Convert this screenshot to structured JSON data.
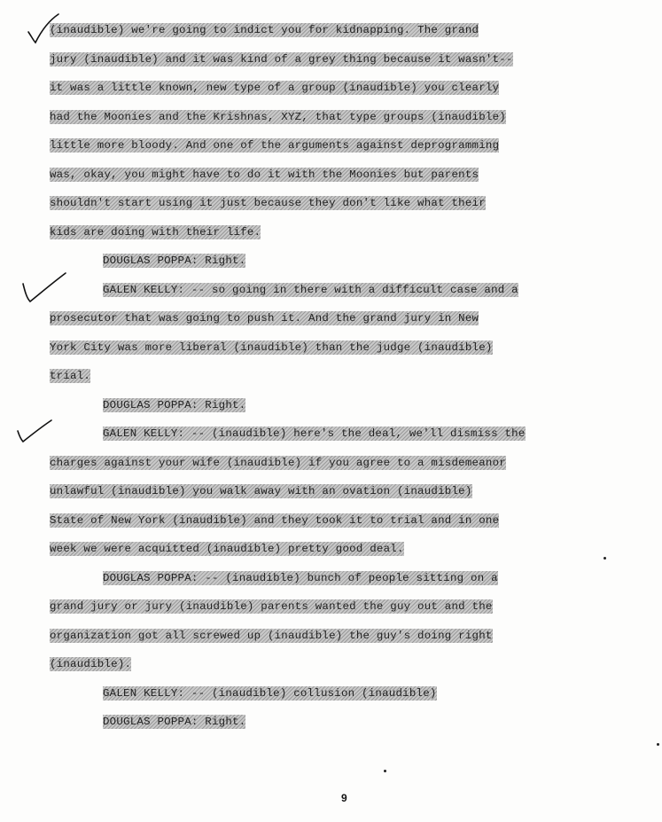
{
  "document": {
    "lines": [
      {
        "text": "(inaudible) we're going to indict you for kidnapping. The grand",
        "indent": false
      },
      {
        "text": "jury (inaudible) and it was kind of a grey thing because it wasn't--",
        "indent": false
      },
      {
        "text": "it was a little known, new type of a group (inaudible) you clearly",
        "indent": false
      },
      {
        "text": "had the Moonies and the Krishnas, XYZ, that type groups (inaudible)",
        "indent": false
      },
      {
        "text": "little more bloody. And one of the arguments against deprogramming",
        "indent": false
      },
      {
        "text": "was, okay, you might have to do it with the Moonies but parents",
        "indent": false
      },
      {
        "text": "shouldn't start using it just because they don't like what their",
        "indent": false
      },
      {
        "text": "kids are doing with their life.",
        "indent": false
      },
      {
        "text": "DOUGLAS POPPA: Right.",
        "indent": true
      },
      {
        "text": "GALEN KELLY: -- so going in there with a difficult case and a",
        "indent": true
      },
      {
        "text": "prosecutor that was going to push it. And the grand jury in New",
        "indent": false
      },
      {
        "text": "York City was more liberal (inaudible) than the judge (inaudible)",
        "indent": false
      },
      {
        "text": "trial.",
        "indent": false
      },
      {
        "text": "DOUGLAS POPPA: Right.",
        "indent": true
      },
      {
        "text": "GALEN KELLY: -- (inaudible) here's the deal, we'll dismiss the",
        "indent": true
      },
      {
        "text": "charges against your wife (inaudible) if you agree to a misdemeanor",
        "indent": false
      },
      {
        "text": "unlawful (inaudible) you walk away with an ovation (inaudible)",
        "indent": false
      },
      {
        "text": "State of New York (inaudible) and they took it to trial and in one",
        "indent": false
      },
      {
        "text": "week we were acquitted (inaudible) pretty good deal.",
        "indent": false
      },
      {
        "text": "DOUGLAS POPPA: -- (inaudible) bunch of people sitting on a",
        "indent": true
      },
      {
        "text": "grand jury or jury (inaudible) parents wanted the guy out and the",
        "indent": false
      },
      {
        "text": "organization got all screwed up (inaudible) the guy's doing right",
        "indent": false
      },
      {
        "text": "(inaudible).",
        "indent": false
      },
      {
        "text": "GALEN KELLY: -- (inaudible) collusion (inaudible)",
        "indent": true
      },
      {
        "text": "DOUGLAS POPPA: Right.",
        "indent": true
      }
    ],
    "page_number": "9"
  },
  "marks": {
    "checkmarks": [
      "checkmark-icon",
      "checkmark-icon",
      "checkmark-icon"
    ],
    "highlight_color": "#b5b5b5",
    "ink_color": "#1a1a1a"
  }
}
